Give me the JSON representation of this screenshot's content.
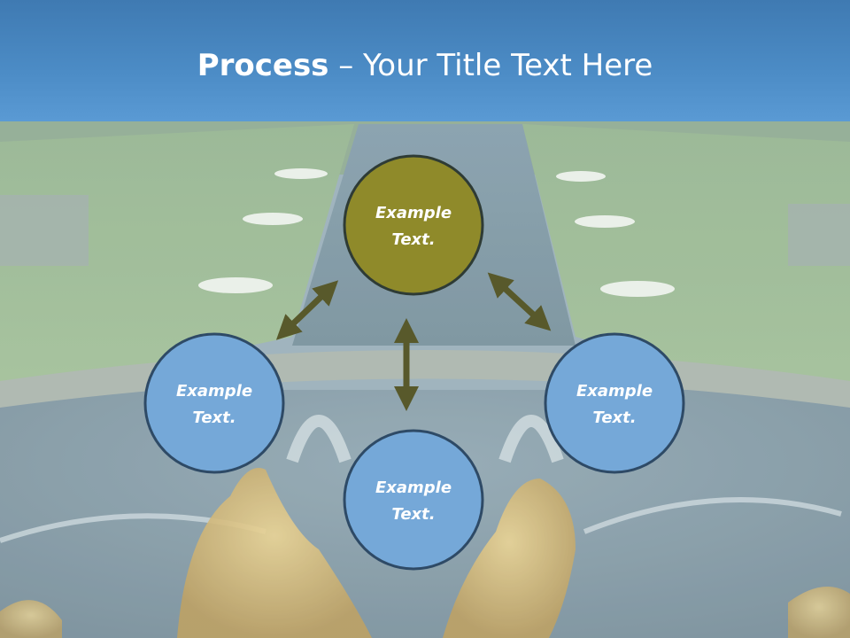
{
  "title": {
    "bold": "Process",
    "rest": " – Your Title Text Here"
  },
  "nodes": {
    "top": {
      "line1": "Example",
      "line2": "Text."
    },
    "left": {
      "line1": "Example",
      "line2": "Text."
    },
    "right": {
      "line1": "Example",
      "line2": "Text."
    },
    "bottom": {
      "line1": "Example",
      "line2": "Text."
    }
  },
  "colors": {
    "title_bar": "#4c8cc6",
    "center_node": "#8f8a2a",
    "outer_nodes": "#75a8d8",
    "node_border": "#2e4a66",
    "arrows": "#58592b"
  },
  "background": "faded photo of a fountain cascade with golden statues"
}
